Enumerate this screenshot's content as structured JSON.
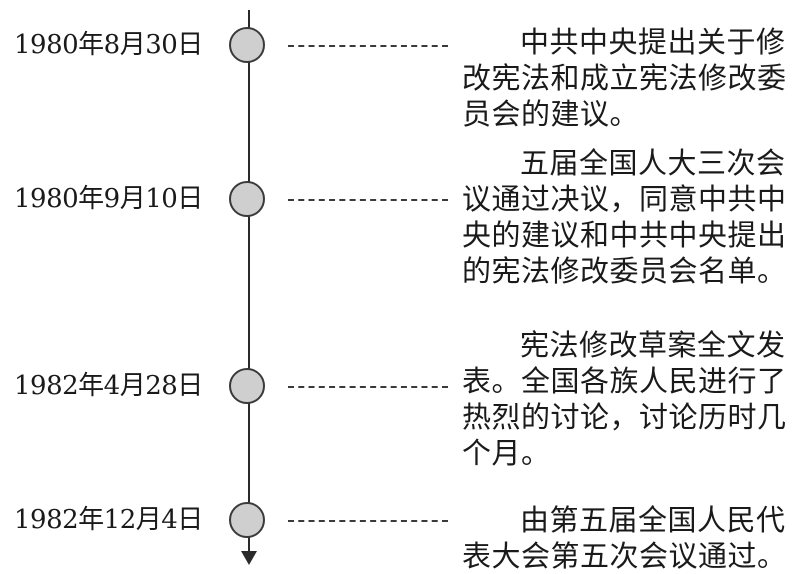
{
  "timeline": {
    "events": [
      {
        "date": "1980年8月30日",
        "text": "中共中央提出关于修改宪法和成立宪法修改委员会的建议。"
      },
      {
        "date": "1980年9月10日",
        "text": "五届全国人大三次会议通过决议，同意中共中央的建议和中共中央提出的宪法修改委员会名单。"
      },
      {
        "date": "1982年4月28日",
        "text": "宪法修改草案全文发表。全国各族人民进行了热烈的讨论，讨论历时几个月。"
      },
      {
        "date": "1982年12月4日",
        "text": "由第五届全国人民代表大会第五次会议通过。"
      }
    ]
  }
}
